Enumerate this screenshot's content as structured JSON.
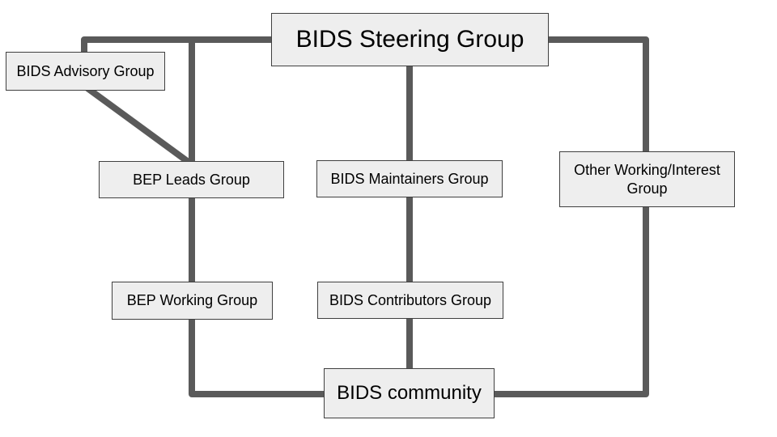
{
  "diagram": {
    "colors": {
      "background": "#ffffff",
      "connector": "#5a5a5a",
      "node_fill": "#eeeeee",
      "node_border": "#404040",
      "text": "#000000"
    },
    "nodes": {
      "steering": {
        "label": "BIDS Steering Group"
      },
      "advisory": {
        "label": "BIDS Advisory Group"
      },
      "bep_leads": {
        "label": "BEP Leads Group"
      },
      "maintainers": {
        "label": "BIDS Maintainers Group"
      },
      "other_working": {
        "label": "Other Working/Interest Group"
      },
      "bep_working": {
        "label": "BEP Working Group"
      },
      "contributors": {
        "label": "BIDS Contributors Group"
      },
      "community": {
        "label": "BIDS community"
      }
    },
    "edges": [
      {
        "from": "BIDS Steering Group",
        "to": "BIDS Advisory Group"
      },
      {
        "from": "BIDS Advisory Group",
        "to": "BEP Leads Group"
      },
      {
        "from": "BIDS Steering Group",
        "to": "BEP Leads Group"
      },
      {
        "from": "BIDS Steering Group",
        "to": "BIDS Maintainers Group"
      },
      {
        "from": "BIDS Steering Group",
        "to": "Other Working/Interest Group"
      },
      {
        "from": "BEP Leads Group",
        "to": "BEP Working Group"
      },
      {
        "from": "BIDS Maintainers Group",
        "to": "BIDS Contributors Group"
      },
      {
        "from": "BEP Working Group",
        "to": "BIDS community"
      },
      {
        "from": "BIDS Contributors Group",
        "to": "BIDS community"
      },
      {
        "from": "Other Working/Interest Group",
        "to": "BIDS community"
      }
    ]
  }
}
